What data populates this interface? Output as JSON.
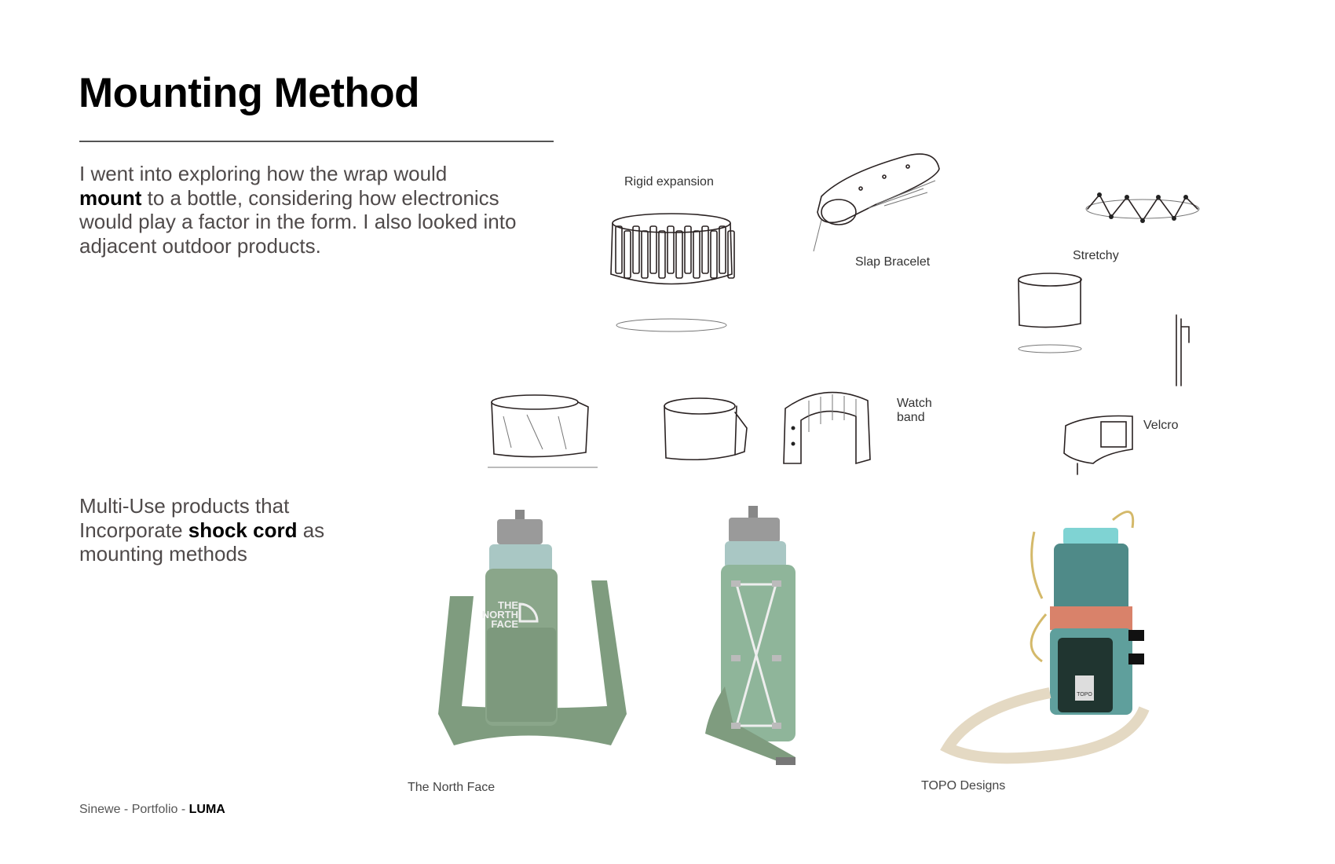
{
  "title": "Mounting Method",
  "intro": {
    "line1": "I went into exploring how the wrap would",
    "bold": "mount",
    "rest": " to a bottle, considering how electronics would play a factor in the form. I also looked into adjacent outdoor products."
  },
  "multi": {
    "pre": "Multi-Use products that Incorporate ",
    "bold": "shock cord",
    "post": " as mounting methods"
  },
  "sketch_labels": {
    "rigid": "Rigid expansion",
    "slap": "Slap Bracelet",
    "stretchy": "Stretchy",
    "watch1": "Watch",
    "watch2": "band",
    "velcro": "Velcro"
  },
  "products": {
    "north_face": "The North Face",
    "topo": "TOPO Designs",
    "tnf_logo": [
      "THE",
      "NORTH",
      "FACE"
    ],
    "topo_logo": "TOPO"
  },
  "footer": {
    "pre": "Sinewe - Portfolio - ",
    "bold": "LUMA"
  },
  "colors": {
    "sage": "#7f9c7f",
    "teal": "#4f8a88",
    "salmon": "#d9826a",
    "bottle": "#a9c7c4"
  }
}
